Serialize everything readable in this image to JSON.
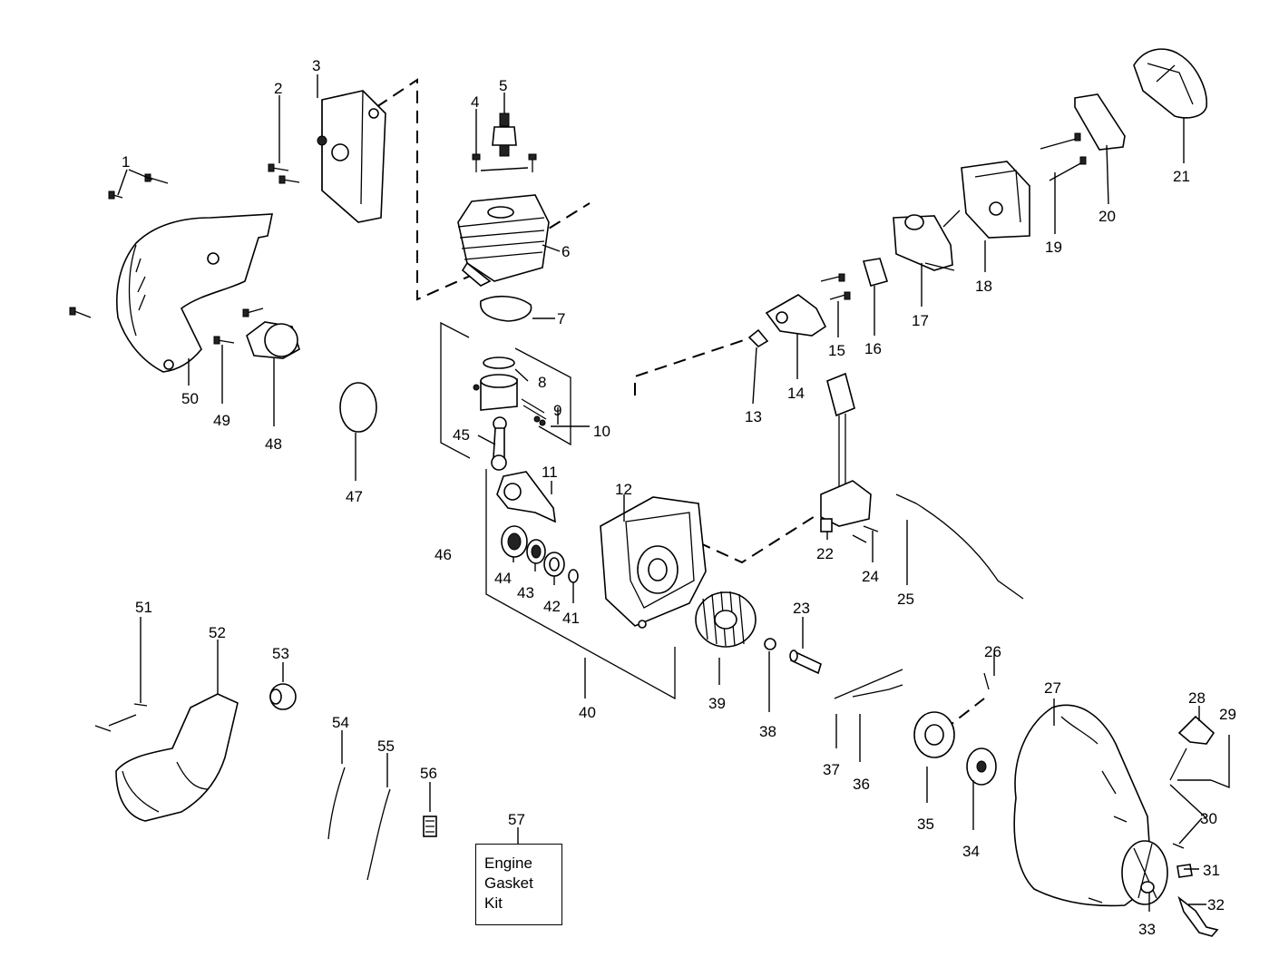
{
  "diagram": {
    "callouts": [
      "1",
      "2",
      "3",
      "4",
      "5",
      "6",
      "7",
      "8",
      "9",
      "10",
      "11",
      "12",
      "13",
      "14",
      "15",
      "16",
      "17",
      "18",
      "19",
      "20",
      "21",
      "22",
      "23",
      "24",
      "25",
      "26",
      "27",
      "28",
      "29",
      "30",
      "31",
      "32",
      "33",
      "34",
      "35",
      "36",
      "37",
      "38",
      "39",
      "40",
      "41",
      "42",
      "43",
      "44",
      "45",
      "46",
      "47",
      "48",
      "49",
      "50",
      "51",
      "52",
      "53",
      "54",
      "55",
      "56",
      "57"
    ]
  },
  "kit_box": {
    "line1": "Engine",
    "line2": "Gasket",
    "line3": "Kit"
  }
}
